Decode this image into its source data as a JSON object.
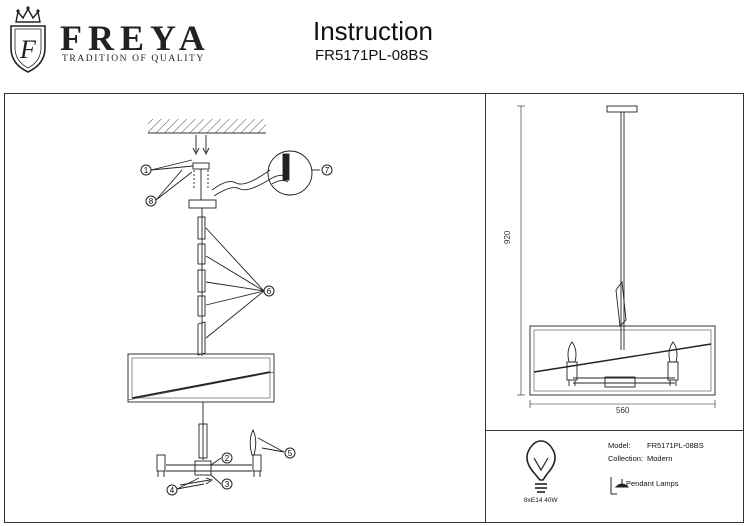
{
  "brand": {
    "name": "FREYA",
    "tagline": "TRADITION OF QUALITY",
    "logo_icon": "crowned-shield-f-logo"
  },
  "document": {
    "title": "Instruction",
    "model_code": "FR5171PL-08BS"
  },
  "assembly_callouts": [
    "1",
    "2",
    "3",
    "4",
    "5",
    "6",
    "7",
    "8"
  ],
  "dimensions": {
    "height": "920",
    "width": "560"
  },
  "bulb": {
    "icon": "light-bulb-icon",
    "label": "8xE14 40W"
  },
  "specs": {
    "model_label": "Model:",
    "model_value": "FR5171PL-08BS",
    "collection_label": "Collection:",
    "collection_value": "Modern",
    "type_icon": "pendant-lamp-icon",
    "type_value": "Pendant Lamps"
  }
}
